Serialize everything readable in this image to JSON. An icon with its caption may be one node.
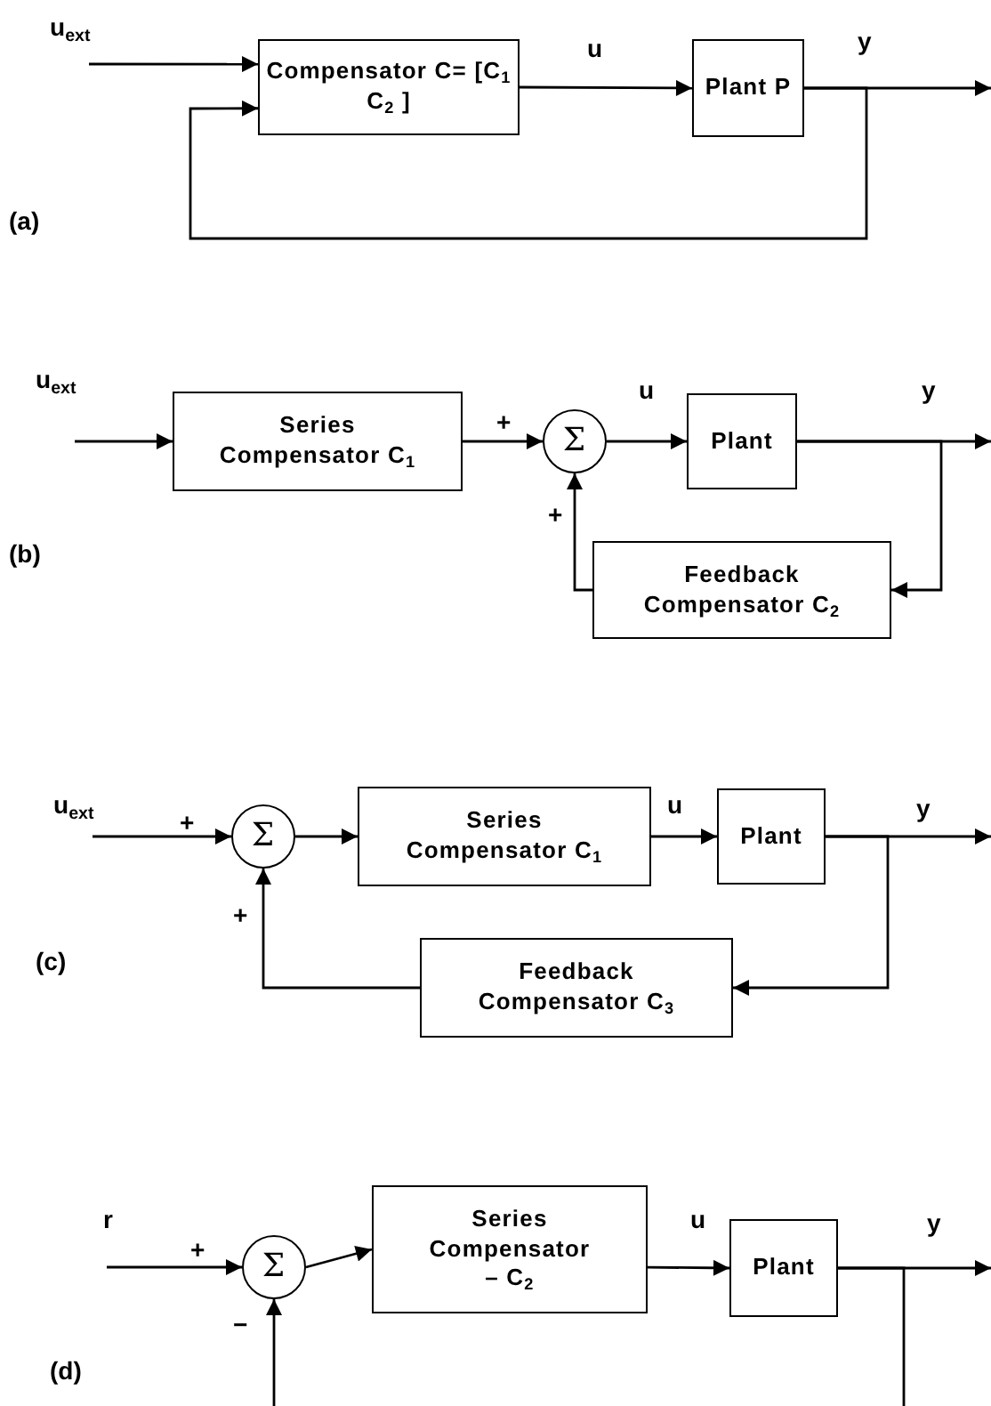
{
  "diagram": {
    "nodes": [
      {
        "text": [
          "Compensator C= [C$_{1}$ C$_{2}$ ]"
        ]
      },
      {
        "text": [
          "Plant P"
        ]
      },
      {
        "text": [
          "Series Compensator C$_{1}$"
        ]
      },
      {
        "text": [
          "Σ"
        ]
      },
      {
        "text": [
          "Plant"
        ]
      },
      {
        "text": [
          "Feedback Compensator C$_{2}$"
        ]
      },
      {
        "text": [
          "Σ"
        ]
      },
      {
        "text": [
          "Series Compensator C$_{1}$"
        ]
      },
      {
        "text": [
          "Plant"
        ]
      },
      {
        "text": [
          "Feedback Compensator C$_{3}$"
        ]
      },
      {
        "text": [
          "Σ"
        ]
      },
      {
        "text": [
          "Series Compensator – C$_{2}$"
        ]
      },
      {
        "text": [
          "Plant"
        ]
      }
    ],
    "edges": [
      {
        "from": null,
        "to": 0,
        "arrow": "to",
        "label": "u$_{ext}$"
      },
      {
        "from": 0,
        "to": 1,
        "arrow": "to",
        "label": "u"
      },
      {
        "from": 1,
        "to": null,
        "arrow": "to",
        "label": "y"
      },
      {
        "from": 1,
        "to": 0,
        "arrow": "to"
      },
      {
        "from": null,
        "to": 2,
        "arrow": "to",
        "label": "u$_{ext}$"
      },
      {
        "from": 2,
        "to": 3,
        "arrow": "to"
      },
      {
        "from": 3,
        "to": 4,
        "arrow": "to",
        "label": "u"
      },
      {
        "from": 4,
        "to": null,
        "arrow": "to",
        "label": "y"
      },
      {
        "from": 4,
        "to": 5,
        "arrow": "to"
      },
      {
        "from": 5,
        "to": 3,
        "arrow": "to"
      },
      {
        "from": null,
        "to": 6,
        "arrow": "to",
        "label": "u$_{ext}$"
      },
      {
        "from": 6,
        "to": 7,
        "arrow": "to"
      },
      {
        "from": 7,
        "to": 8,
        "arrow": "to",
        "label": "u"
      },
      {
        "from": 8,
        "to": null,
        "arrow": "to",
        "label": "y"
      },
      {
        "from": 8,
        "to": 9,
        "arrow": "to"
      },
      {
        "from": 9,
        "to": 6,
        "arrow": "to"
      },
      {
        "from": null,
        "to": 10,
        "arrow": "to",
        "label": "r"
      },
      {
        "from": 10,
        "to": 11,
        "arrow": "to"
      },
      {
        "from": 11,
        "to": 12,
        "arrow": "to",
        "label": "u"
      },
      {
        "from": 12,
        "to": null,
        "arrow": "to",
        "label": "y"
      },
      {
        "from": null,
        "to": 10,
        "arrow": "to"
      },
      {
        "from": 12,
        "to": null,
        "arrow": "none"
      }
    ],
    "labels": [
      "(a)",
      "+",
      "+",
      "(b)",
      "+",
      "+",
      "(c)",
      "+",
      "−",
      "(d)"
    ]
  }
}
